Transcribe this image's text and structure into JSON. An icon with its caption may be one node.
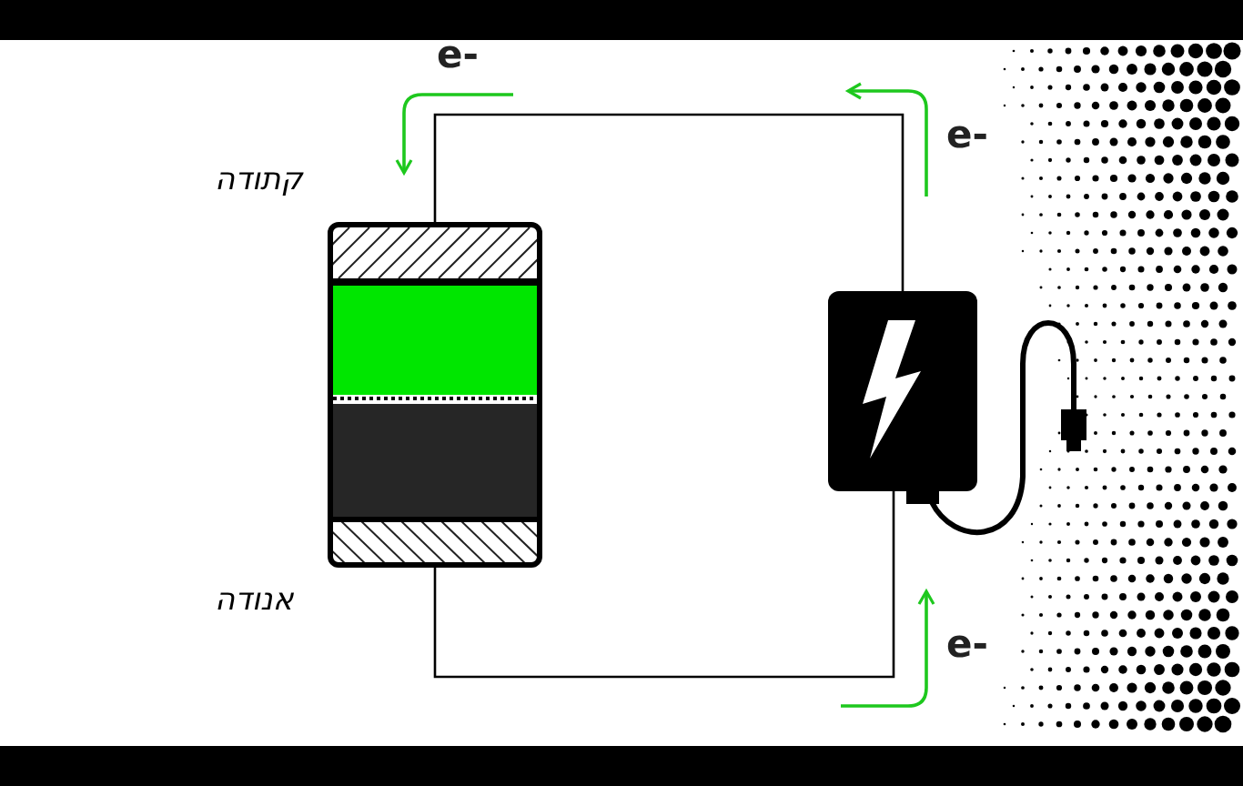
{
  "diagram": {
    "nodes": [
      {
        "text": [],
        "shape": "box",
        "beside": [
          "קתודה",
          "אנודה"
        ]
      },
      {
        "text": [],
        "shape": "box"
      }
    ],
    "edges": [
      {
        "from": 0,
        "to": 1,
        "arrow": "none"
      },
      {
        "from": 0,
        "to": 1,
        "arrow": "none"
      }
    ],
    "labels": [
      "e-",
      "e-",
      "e-"
    ]
  }
}
